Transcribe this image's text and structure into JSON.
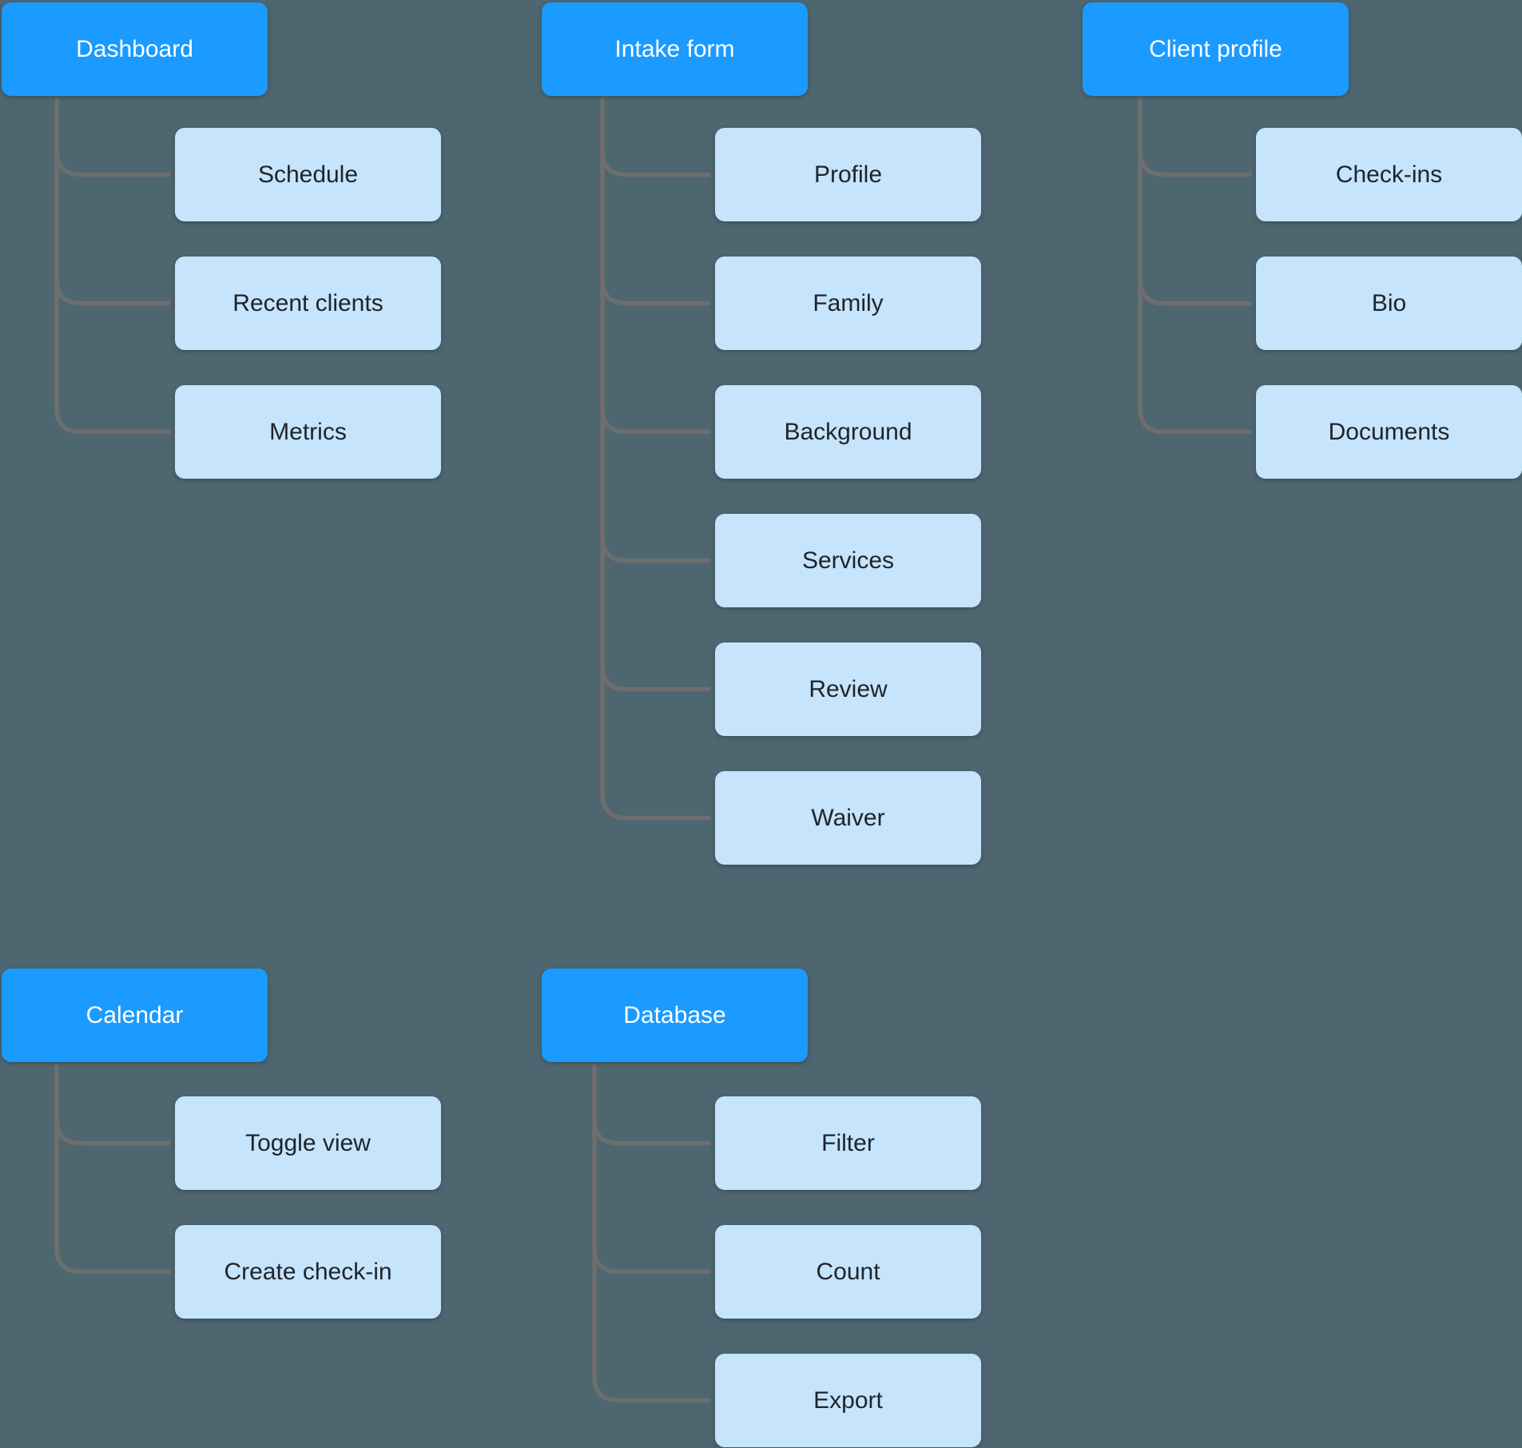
{
  "canvas": {
    "background_color": "#4D6670",
    "connector_color": "#6E6E6E"
  },
  "node_styles": {
    "root_fill": "#1B9AFF",
    "root_text_color": "#FFFFFF",
    "child_fill": "#C6E4FB",
    "child_text_color": "#1E242B"
  },
  "trees": [
    {
      "root": {
        "label": "Dashboard"
      },
      "children": [
        {
          "label": "Schedule"
        },
        {
          "label": "Recent clients"
        },
        {
          "label": "Metrics"
        }
      ]
    },
    {
      "root": {
        "label": "Intake form"
      },
      "children": [
        {
          "label": "Profile"
        },
        {
          "label": "Family"
        },
        {
          "label": "Background"
        },
        {
          "label": "Services"
        },
        {
          "label": "Review"
        },
        {
          "label": "Waiver"
        }
      ]
    },
    {
      "root": {
        "label": "Client profile"
      },
      "children": [
        {
          "label": "Check-ins"
        },
        {
          "label": "Bio"
        },
        {
          "label": "Documents"
        }
      ]
    },
    {
      "root": {
        "label": "Calendar"
      },
      "children": [
        {
          "label": "Toggle view"
        },
        {
          "label": "Create check-in"
        }
      ]
    },
    {
      "root": {
        "label": "Database"
      },
      "children": [
        {
          "label": "Filter"
        },
        {
          "label": "Count"
        },
        {
          "label": "Export"
        }
      ]
    }
  ]
}
